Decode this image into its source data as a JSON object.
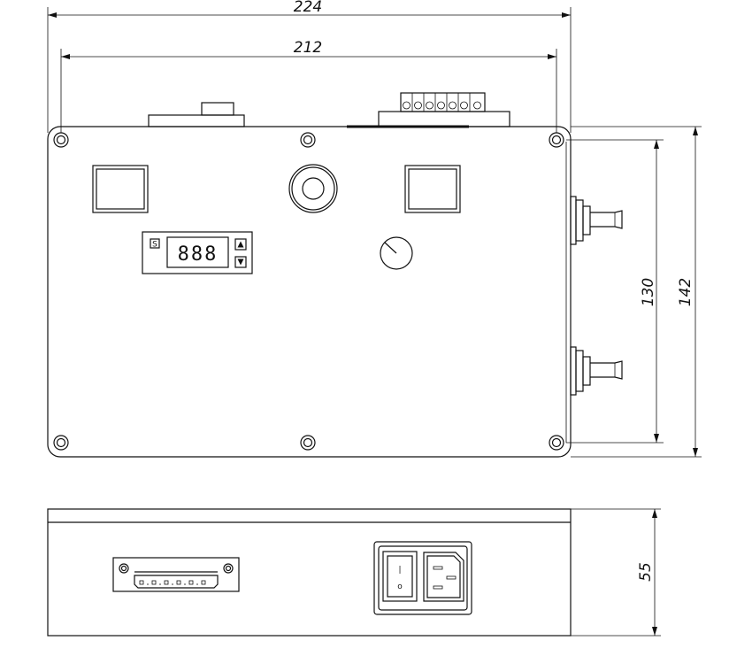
{
  "dimensions": {
    "overall_width": "224",
    "hole_spacing_width": "212",
    "hole_spacing_height": "130",
    "overall_height": "142",
    "depth": "55"
  },
  "controller": {
    "set_button": "S",
    "display": "888",
    "up_button": "▲",
    "down_button": "▼"
  },
  "power_switch": {
    "symbol": "|",
    "off_symbol": "o"
  }
}
